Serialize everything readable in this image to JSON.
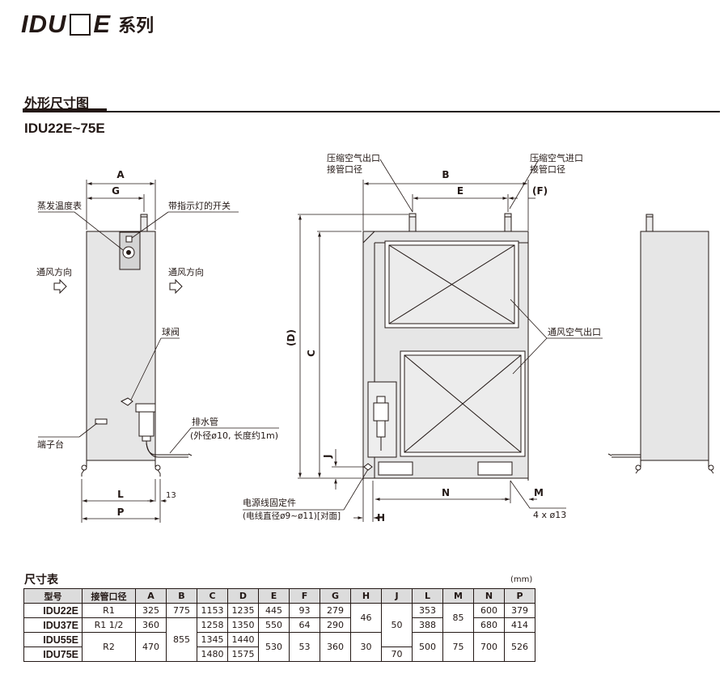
{
  "header": {
    "series_prefix": "IDU",
    "series_suffix": "E",
    "series_cn": "系列"
  },
  "section": {
    "title": "外形尺寸图",
    "models": "IDU22E~75E"
  },
  "drawing": {
    "left_view": {
      "dim_a": "A",
      "dim_g": "G",
      "thermometer": "蒸发温度表",
      "switch": "带指示灯的开关",
      "airflow_left": "通风方向",
      "airflow_right": "通风方向",
      "ball_valve": "球阀",
      "drain_title": "排水管",
      "drain_spec": "(外径ø10, 长度约1m)",
      "terminal": "端子台",
      "dim_l": "L",
      "dim_13": "13",
      "dim_p": "P"
    },
    "front_view": {
      "outlet_1": "压缩空气出口",
      "outlet_2": "接管口径",
      "inlet_1": "压缩空气进口",
      "inlet_2": "接管口径",
      "dim_b": "B",
      "dim_e": "E",
      "dim_f": "(F)",
      "dim_d": "(D)",
      "dim_c": "C",
      "dim_j": "J",
      "vent_outlet": "通风空气出口",
      "cable_1": "电源线固定件",
      "cable_2": "(电线直径ø9~ø11)[对面]",
      "dim_h": "H",
      "dim_n": "N",
      "dim_m": "M",
      "holes": "4 x ø13"
    }
  },
  "table": {
    "title": "尺寸表",
    "unit": "(mm)",
    "headers": [
      "型号",
      "接管口径",
      "A",
      "B",
      "C",
      "D",
      "E",
      "F",
      "G",
      "H",
      "J",
      "L",
      "M",
      "N",
      "P"
    ],
    "rows": {
      "r1": {
        "model": "IDU22E",
        "port": "R1",
        "a": "325",
        "b": "775",
        "c": "1153",
        "d": "1235",
        "e": "445",
        "f": "93",
        "g": "279",
        "h": "46",
        "j": "50",
        "l": "353",
        "m": "85",
        "n": "600",
        "p": "379"
      },
      "r2": {
        "model": "IDU37E",
        "port": "R1 1/2",
        "a": "360",
        "b": "855",
        "c": "1258",
        "d": "1350",
        "e": "550",
        "f": "64",
        "g": "290",
        "l": "388",
        "n": "680",
        "p": "414"
      },
      "r3": {
        "model": "IDU55E",
        "port": "R2",
        "a": "470",
        "c": "1345",
        "d": "1440",
        "e": "530",
        "f": "53",
        "g": "360",
        "h": "30",
        "l": "500",
        "m": "75",
        "n": "700",
        "p": "526"
      },
      "r4": {
        "model": "IDU75E",
        "c": "1480",
        "d": "1575",
        "j": "70"
      }
    }
  }
}
